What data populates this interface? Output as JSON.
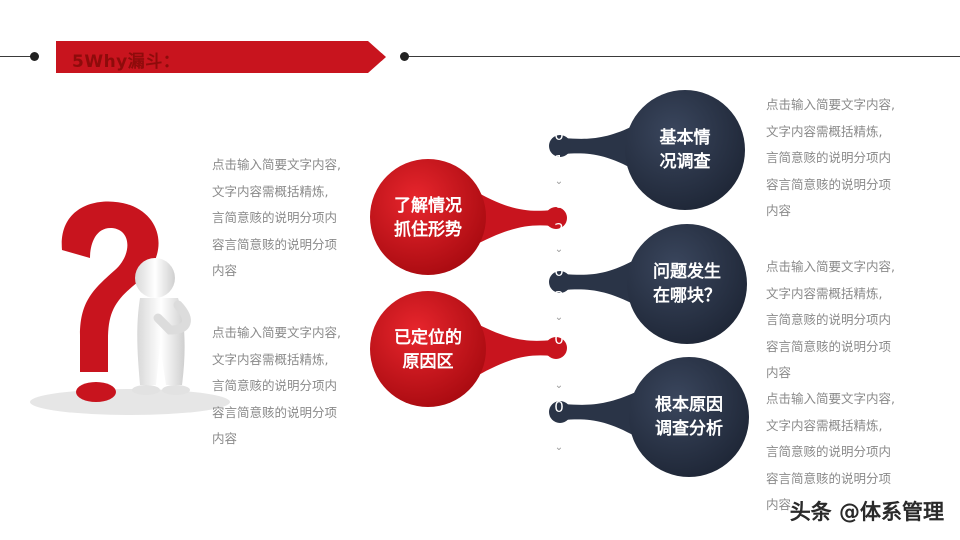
{
  "header": {
    "title": "5Why漏斗：",
    "banner_color": "#c8141e"
  },
  "left_bubbles": [
    {
      "text": "了解情况\n抓住形势",
      "color": "#cc1219"
    },
    {
      "text": "已定位的\n原因区",
      "color": "#cc1219"
    }
  ],
  "right_bubbles": [
    {
      "text": "基本情\n况调查",
      "color": "#2a3447"
    },
    {
      "text": "问题发生\n在哪块？",
      "color": "#2a3447"
    },
    {
      "text": "根本原因\n调查分析",
      "color": "#2a3447"
    }
  ],
  "steps": [
    "0",
    "1",
    "0",
    "2",
    "0",
    "3",
    "0",
    "4",
    "0",
    "5"
  ],
  "left_descriptions": [
    "点击输入简要文字内容,\n文字内容需概括精炼,\n言简意赅的说明分项内\n容言简意赅的说明分项\n内容",
    "点击输入简要文字内容,\n文字内容需概括精炼,\n言简意赅的说明分项内\n容言简意赅的说明分项\n内容"
  ],
  "right_descriptions": [
    "点击输入简要文字内容,\n文字内容需概括精炼,\n言简意赅的说明分项内\n容言简意赅的说明分项\n内容",
    "点击输入简要文字内容,\n文字内容需概括精炼,\n言简意赅的说明分项内\n容言简意赅的说明分项\n内容",
    "点击输入简要文字内容,\n文字内容需概括精炼,\n言简意赅的说明分项内\n容言简意赅的说明分项\n内容"
  ],
  "watermark": "头条 @体系管理",
  "illustration": {
    "icon": "question-mark-person-icon",
    "question_color": "#c8141e"
  }
}
